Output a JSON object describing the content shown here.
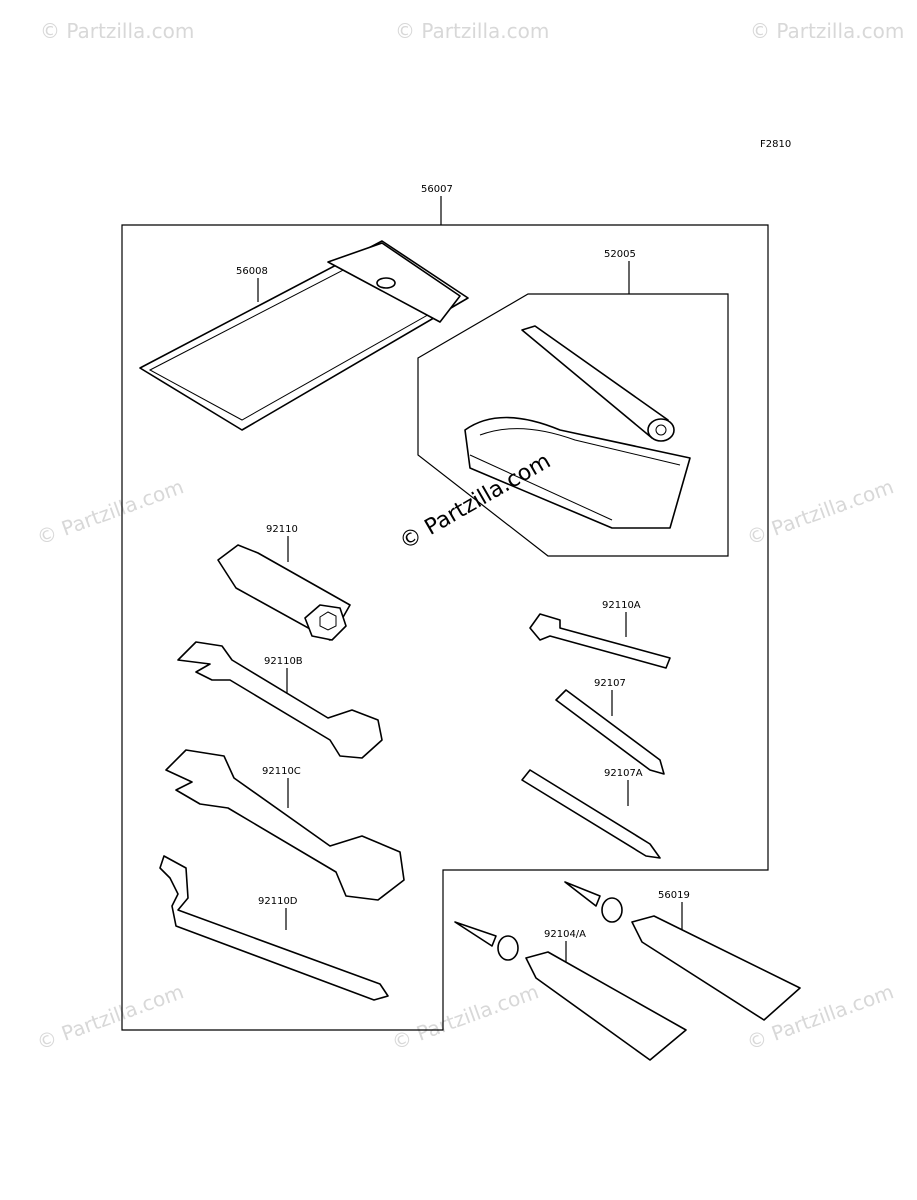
{
  "diagram": {
    "code": "F2810",
    "watermark_center": "© Partzilla.com",
    "watermark_text": "© Partzilla.com",
    "parts": {
      "kit": "56007",
      "pouch": "56008",
      "repair_kit": "52005",
      "plug_wrench": "92110",
      "hex_key": "92110A",
      "wrench_b": "92110B",
      "screwdriver": "92107",
      "wrench_c": "92110C",
      "screwdriver_a": "92107A",
      "wrench_d": "92110D",
      "grease_tube": "92104/A",
      "bond_tube": "56019"
    }
  }
}
